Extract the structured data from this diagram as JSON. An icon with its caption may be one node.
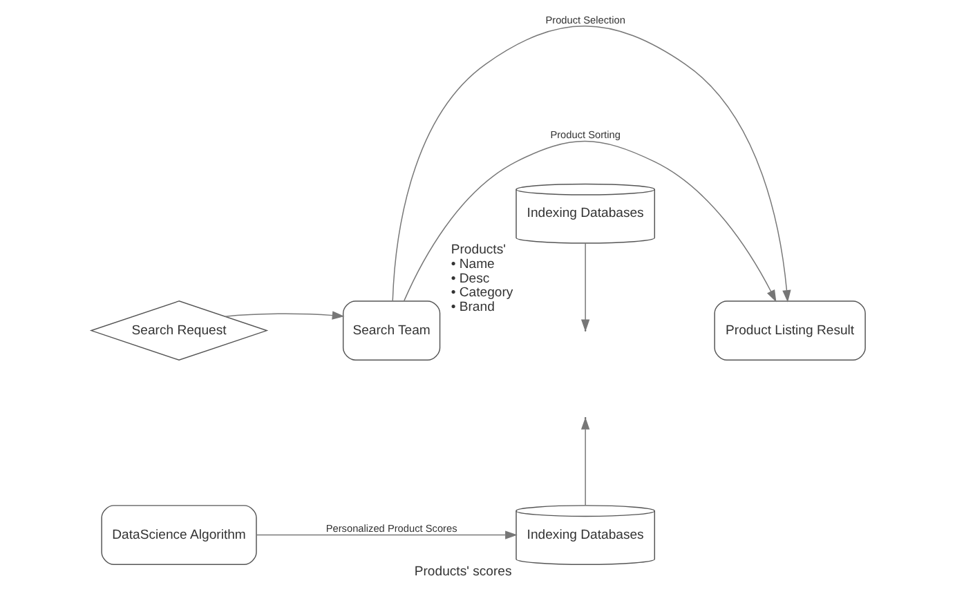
{
  "diagram": {
    "nodes": [
      {
        "text": [
          "Search Request"
        ]
      },
      {
        "text": [
          "Search Team"
        ]
      },
      {
        "text": [
          "Indexing Databases"
        ],
        "beside": [
          "Products'",
          "• Name",
          "• Desc",
          "• Category",
          "• Brand"
        ]
      },
      {
        "text": [
          "Product Listing Result"
        ]
      },
      {
        "text": [
          "DataScience Algorithm"
        ]
      },
      {
        "text": [
          "Indexing Databases"
        ],
        "beside": [
          "Products' scores"
        ]
      }
    ],
    "edges": [
      {
        "from": 0,
        "to": 1,
        "arrow": "to"
      },
      {
        "from": 1,
        "to": 3,
        "arrow": "to",
        "label": "Product Selection"
      },
      {
        "from": 1,
        "to": 3,
        "arrow": "to",
        "label": "Product Sorting"
      },
      {
        "from": 2,
        "to": null,
        "arrow": "to"
      },
      {
        "from": 5,
        "to": null,
        "arrow": "to"
      },
      {
        "from": 4,
        "to": 5,
        "arrow": "to",
        "label": "Personalized Product Scores"
      }
    ]
  }
}
